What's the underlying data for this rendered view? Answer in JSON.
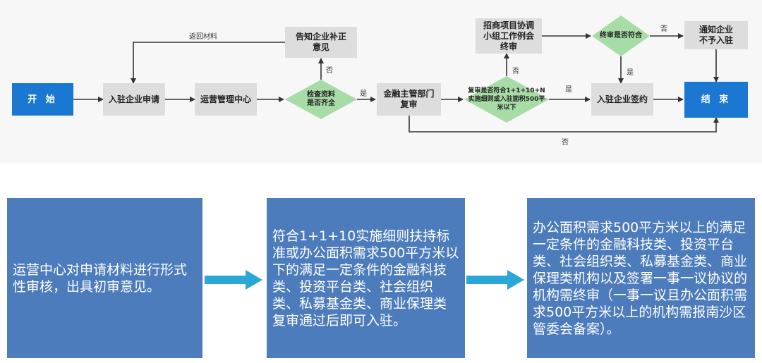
{
  "flowchart": {
    "nodes": {
      "start": "开 始",
      "apply": "入驻企业申请",
      "ops": "运营管理中心",
      "check": "检查资料\n是否齐全",
      "notify_supplement": "告知企业补正\n意见",
      "finance_review": "金融主管部门\n复审",
      "review_check": "复审是否符合1+1+10+N\n实施细则或入驻面积500平\n米以下",
      "coord_group": "招商项目协调\n小组工作例会\n终审",
      "final_check": "终审是否符合",
      "notify_reject": "通知企业\n不予入驻",
      "sign": "入驻企业签约",
      "end": "结 束"
    },
    "edge_labels": {
      "return": "返回材料",
      "no1": "否",
      "yes1": "是",
      "no2": "否",
      "yes2": "是",
      "no3": "否",
      "yes3": "是",
      "no4": "否"
    }
  },
  "boxes": [
    "运营中心对申请材料进行形式性审核，出具初审意见。",
    "符合1+1+10实施细则扶持标准或办公面积需求500平方米以下的满足一定条件的金融科技类、投资平台类、社会组织类、私募基金类、商业保理类复审通过后即可入驻。",
    "办公面积需求500平方米以上的满足一定条件的金融科技类、投资平台类、社会组织类、私募基金类、商业保理类机构以及签署一事一议协议的机构需终审（一事一议且办公面积需求500平方米以上的机构需报南沙区管委会备案）。"
  ],
  "colors": {
    "flow_bg": "#f7f7f7",
    "process": "#dddddd",
    "terminal": "#1a78d2",
    "decision": "#a8dca6",
    "box": "#4c7cbc",
    "big_arrow": "#2aa7d6"
  }
}
